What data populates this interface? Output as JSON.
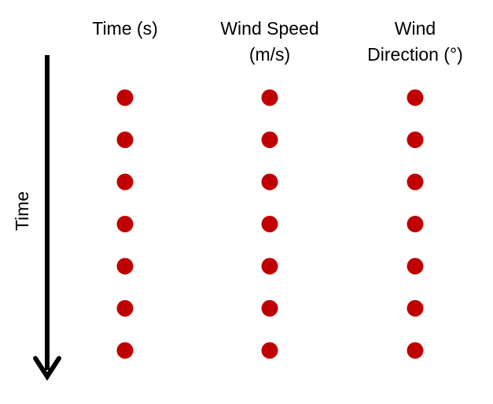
{
  "columns": [
    {
      "header_lines": [
        "Time (s)"
      ]
    },
    {
      "header_lines": [
        "Wind Speed",
        "(m/s)"
      ]
    },
    {
      "header_lines": [
        "Wind",
        "Direction (°)"
      ]
    }
  ],
  "row_count": 7,
  "axis": {
    "label": "Time",
    "direction": "downward"
  },
  "colors": {
    "dot": "#c00000",
    "arrow": "#000000",
    "text": "#000000"
  }
}
